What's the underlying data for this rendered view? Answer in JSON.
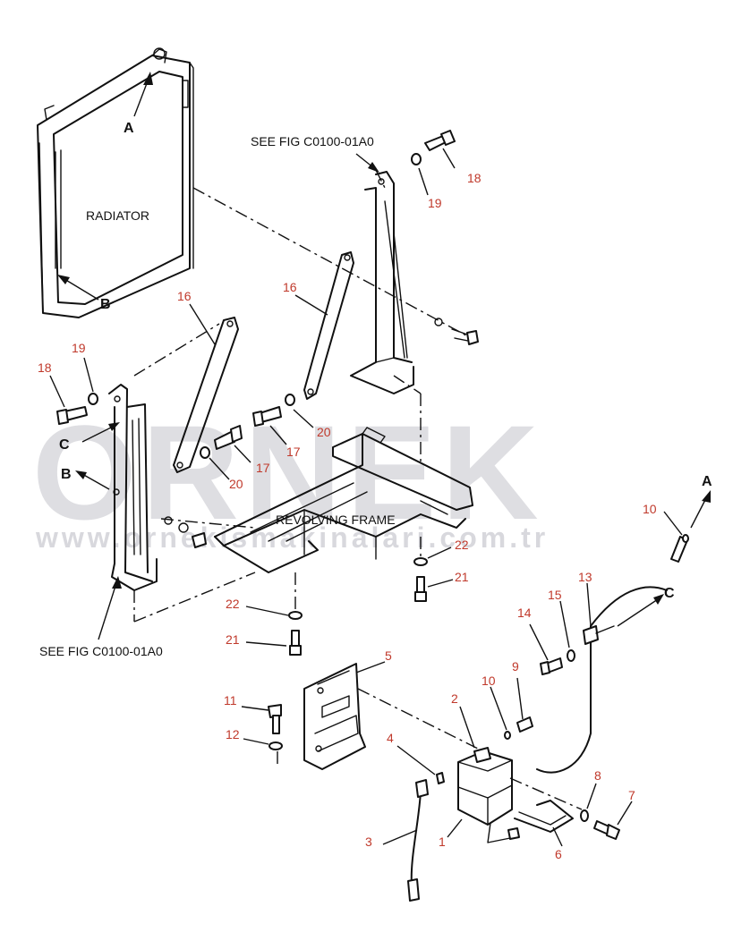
{
  "watermark": {
    "brand": "ORNEK",
    "url": "www.ornekismakinalari.com.tr"
  },
  "labels": {
    "radiator": "RADIATOR",
    "revolving_frame": "REVOLVING FRAME",
    "see_fig_top": "SEE FIG C0100-01A0",
    "see_fig_bottom": "SEE FIG C0100-01A0"
  },
  "view_letters": {
    "a_top": "A",
    "b_top": "B",
    "c_left": "C",
    "b_left": "B",
    "a_right": "A",
    "c_right": "C"
  },
  "callouts": [
    {
      "id": "c18a",
      "num": "18"
    },
    {
      "id": "c19a",
      "num": "19"
    },
    {
      "id": "c16a",
      "num": "16"
    },
    {
      "id": "c16b",
      "num": "16"
    },
    {
      "id": "c18b",
      "num": "18"
    },
    {
      "id": "c19b",
      "num": "19"
    },
    {
      "id": "c20a",
      "num": "20"
    },
    {
      "id": "c17a",
      "num": "17"
    },
    {
      "id": "c20b",
      "num": "20"
    },
    {
      "id": "c17b",
      "num": "17"
    },
    {
      "id": "c22a",
      "num": "22"
    },
    {
      "id": "c21a",
      "num": "21"
    },
    {
      "id": "c22b",
      "num": "22"
    },
    {
      "id": "c21b",
      "num": "21"
    },
    {
      "id": "c10a",
      "num": "10"
    },
    {
      "id": "c13",
      "num": "13"
    },
    {
      "id": "c15",
      "num": "15"
    },
    {
      "id": "c14",
      "num": "14"
    },
    {
      "id": "c5",
      "num": "5"
    },
    {
      "id": "c9",
      "num": "9"
    },
    {
      "id": "c10b",
      "num": "10"
    },
    {
      "id": "c2",
      "num": "2"
    },
    {
      "id": "c11",
      "num": "11"
    },
    {
      "id": "c12",
      "num": "12"
    },
    {
      "id": "c4",
      "num": "4"
    },
    {
      "id": "c8",
      "num": "8"
    },
    {
      "id": "c7",
      "num": "7"
    },
    {
      "id": "c3",
      "num": "3"
    },
    {
      "id": "c1",
      "num": "1"
    },
    {
      "id": "c6",
      "num": "6"
    }
  ]
}
